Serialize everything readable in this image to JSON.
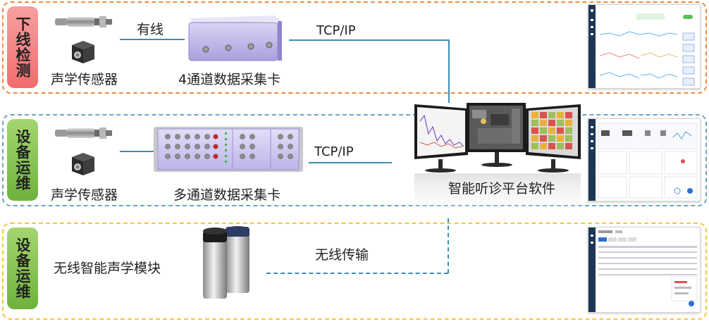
{
  "rows": {
    "offline": {
      "tab": "下线检测",
      "sensor_label": "声学传感器",
      "link_label": "有线",
      "card_label": "4通道数据采集卡",
      "protocol": "TCP/IP"
    },
    "ops1": {
      "tab": "设备运维",
      "sensor_label": "声学传感器",
      "card_label": "多通道数据采集卡",
      "protocol": "TCP/IP"
    },
    "ops2": {
      "tab": "设备运维",
      "module_label": "无线智能声学模块",
      "link_label": "无线传输"
    }
  },
  "platform": {
    "label": "智能听诊平台软件"
  },
  "colors": {
    "offline_border": "#ee8a3c",
    "ops1_border": "#6ea4c4",
    "ops2_border": "#f5c63a",
    "offline_tab": "#f47f7f",
    "ops_tab": "#7fc24a",
    "connector": "#3d8fb0"
  }
}
